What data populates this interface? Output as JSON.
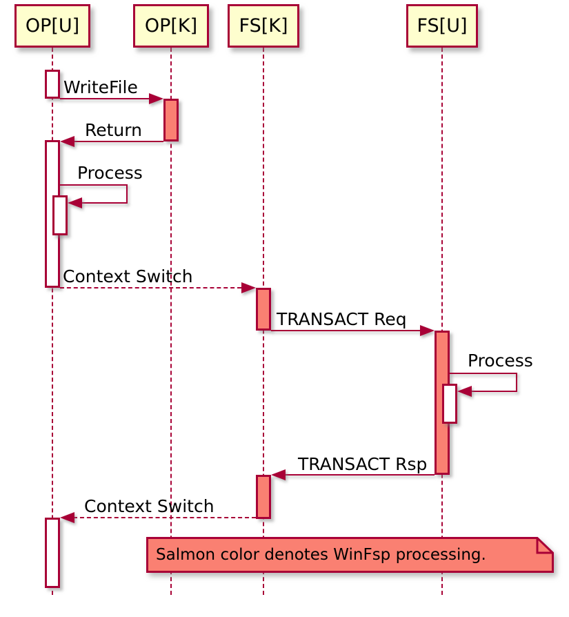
{
  "participants": [
    {
      "label": "OP[U]"
    },
    {
      "label": "OP[K]"
    },
    {
      "label": "FS[K]"
    },
    {
      "label": "FS[U]"
    }
  ],
  "messages": [
    {
      "label": "WriteFile",
      "from": "OP[U]",
      "to": "OP[K]",
      "line": "solid",
      "self": false
    },
    {
      "label": "Return",
      "from": "OP[K]",
      "to": "OP[U]",
      "line": "solid",
      "self": false
    },
    {
      "label": "Process",
      "from": "OP[U]",
      "to": "OP[U]",
      "line": "solid",
      "self": true
    },
    {
      "label": "Context Switch",
      "from": "OP[U]",
      "to": "FS[K]",
      "line": "dashed",
      "self": false
    },
    {
      "label": "TRANSACT Req",
      "from": "FS[K]",
      "to": "FS[U]",
      "line": "solid",
      "self": false
    },
    {
      "label": "Process",
      "from": "FS[U]",
      "to": "FS[U]",
      "line": "solid",
      "self": true
    },
    {
      "label": "TRANSACT Rsp",
      "from": "FS[U]",
      "to": "FS[K]",
      "line": "solid",
      "self": false
    },
    {
      "label": "Context Switch",
      "from": "FS[K]",
      "to": "OP[U]",
      "line": "dashed",
      "self": false
    }
  ],
  "note": {
    "text": "Salmon color denotes WinFsp processing."
  },
  "colors": {
    "border": "#A80036",
    "participant_fill": "#FEFECE",
    "salmon": "#FA8072",
    "activation_white": "#FFFFFF",
    "text": "#000000",
    "background": "#FFFFFF"
  }
}
